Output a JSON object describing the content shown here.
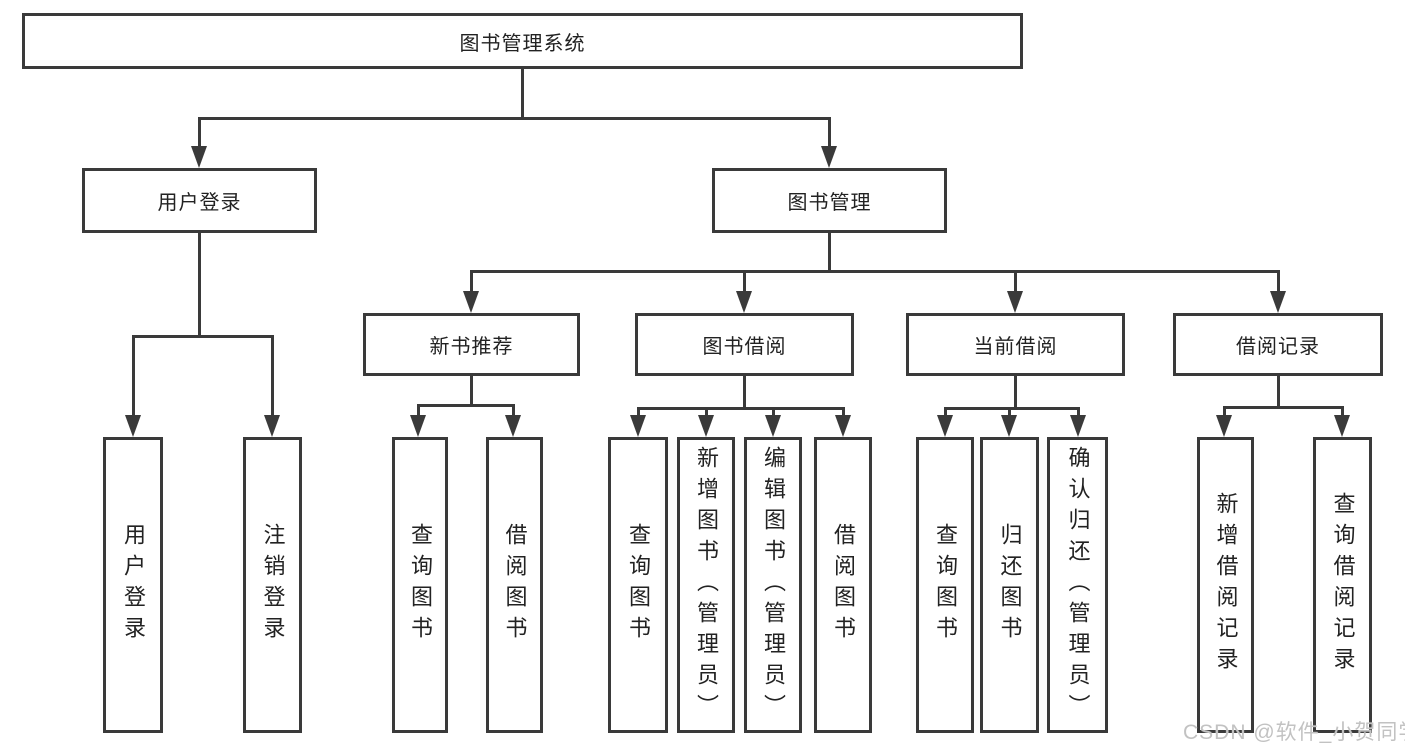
{
  "diagram": {
    "tree": {
      "root": "图书管理系统",
      "branches": [
        {
          "label": "用户登录",
          "children": [
            "用户登录",
            "注销登录"
          ]
        },
        {
          "label": "图书管理",
          "groups": [
            {
              "label": "新书推荐",
              "children": [
                "查询图书",
                "借阅图书"
              ]
            },
            {
              "label": "图书借阅",
              "children": [
                "查询图书",
                "新增图书（管理员）",
                "编辑图书（管理员）",
                "借阅图书"
              ]
            },
            {
              "label": "当前借阅",
              "children": [
                "查询图书",
                "归还图书",
                "确认归还（管理员）"
              ]
            },
            {
              "label": "借阅记录",
              "children": [
                "新增借阅记录",
                "查询借阅记录"
              ]
            }
          ]
        }
      ]
    },
    "colors": {
      "line": "#3a3a3a",
      "node_border": "#3a3a3a",
      "node_fill": "#ffffff",
      "text": "#222222",
      "watermark": "#c2c2c2",
      "background": "#ffffff"
    }
  },
  "watermark": {
    "text": "CSDN @软件_小贺同学"
  }
}
